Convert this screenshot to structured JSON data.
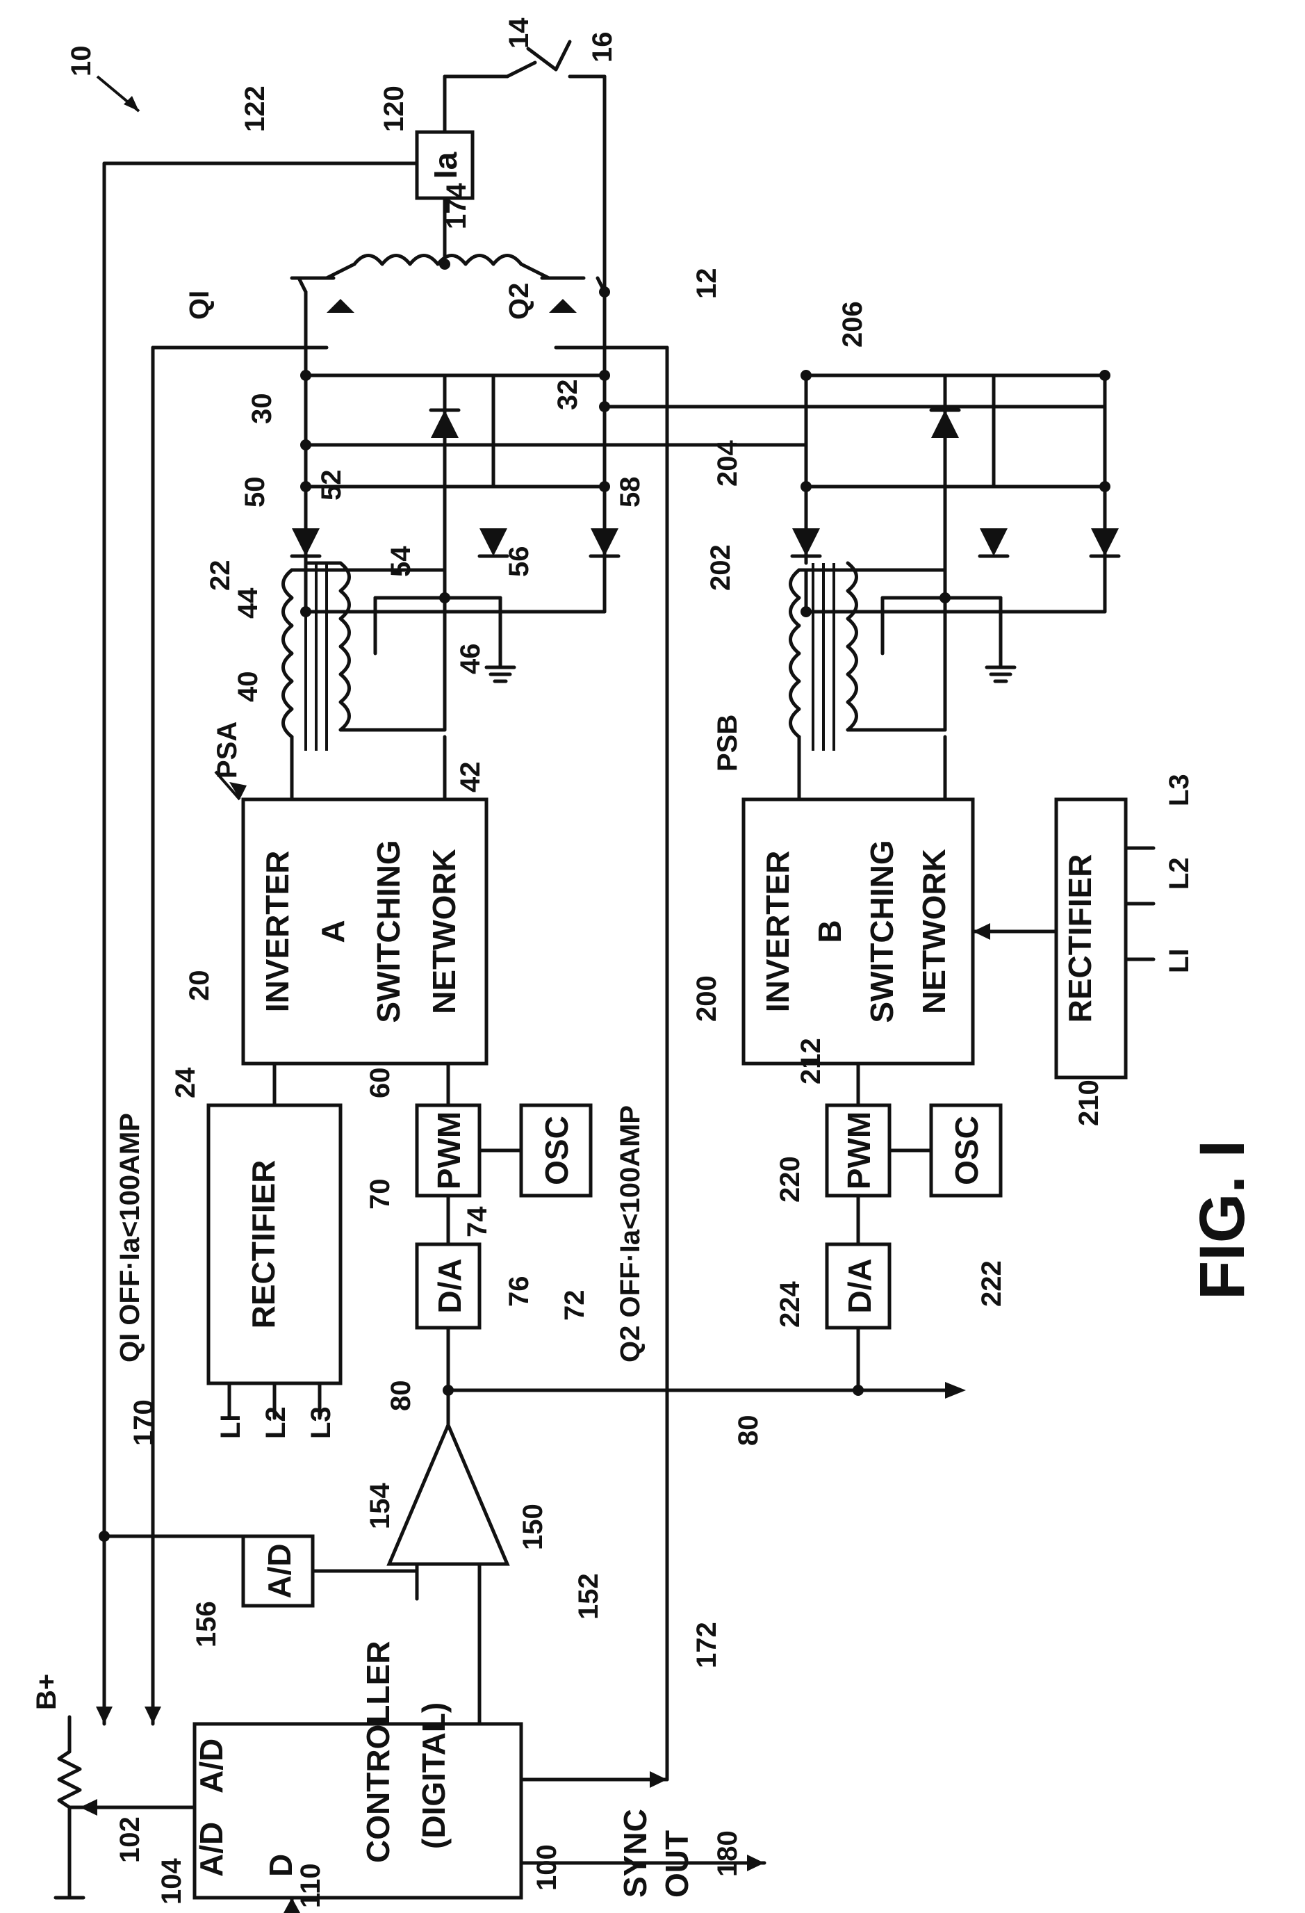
{
  "figure": {
    "caption": "FIG. I",
    "overall_ref": "10"
  },
  "blocks": {
    "inverter_a": {
      "line1": "INVERTER",
      "line2": "A",
      "line3": "SWITCHING",
      "line4": "NETWORK",
      "ref": "20",
      "supply": "PSA"
    },
    "inverter_b": {
      "line1": "INVERTER",
      "line2": "B",
      "line3": "SWITCHING",
      "line4": "NETWORK",
      "ref": "200",
      "supply": "PSB"
    },
    "rectifier_a": {
      "label": "RECTIFIER",
      "ref": "24",
      "lines": [
        "LI",
        "L2",
        "L3"
      ]
    },
    "rectifier_b": {
      "label": "RECTIFIER",
      "ref": "210",
      "lines": [
        "LI",
        "L2",
        "L3"
      ]
    },
    "pwm_a": {
      "label": "PWM",
      "ref": "70"
    },
    "pwm_b": {
      "label": "PWM",
      "ref": "220"
    },
    "osc_a": {
      "label": "OSC",
      "ref": "72"
    },
    "osc_b": {
      "label": "OSC",
      "ref": "222"
    },
    "da_a": {
      "label": "D/A",
      "ref": "76"
    },
    "da_b": {
      "label": "D/A",
      "ref": "224"
    },
    "ad": {
      "label": "A/D",
      "ref": "156"
    },
    "controller": {
      "line1": "CONTROLLER",
      "line2": "(DIGITAL)",
      "ref": "100",
      "in_ad1": "A/D",
      "in_ad2": "A/D",
      "in_d": "D"
    },
    "current_sensor": {
      "label": "Ia",
      "ref": "120"
    }
  },
  "refs": {
    "r12": "12",
    "r14": "14",
    "r16": "16",
    "r22": "22",
    "r30": "30",
    "r32": "32",
    "r40": "40",
    "r42": "42",
    "r44": "44",
    "r46": "46",
    "r50": "50",
    "r52": "52",
    "r54": "54",
    "r56": "56",
    "r58": "58",
    "r60": "60",
    "r74": "74",
    "r80a": "80",
    "r80b": "80",
    "r102": "102",
    "r104": "104",
    "r110": "110",
    "r122": "122",
    "r150": "150",
    "r152": "152",
    "r154": "154",
    "r170": "170",
    "r172": "172",
    "r174": "174",
    "r180": "180",
    "r202": "202",
    "r204": "204",
    "r206": "206",
    "r212": "212",
    "q1": "QI",
    "q2": "Q2",
    "bplus": "B+"
  },
  "annotations": {
    "q1_off": "QI OFF·Ia<100AMP",
    "q2_off": "Q2 OFF·Ia<100AMP",
    "sync_line1": "SYNC",
    "sync_line2": "OUT"
  }
}
